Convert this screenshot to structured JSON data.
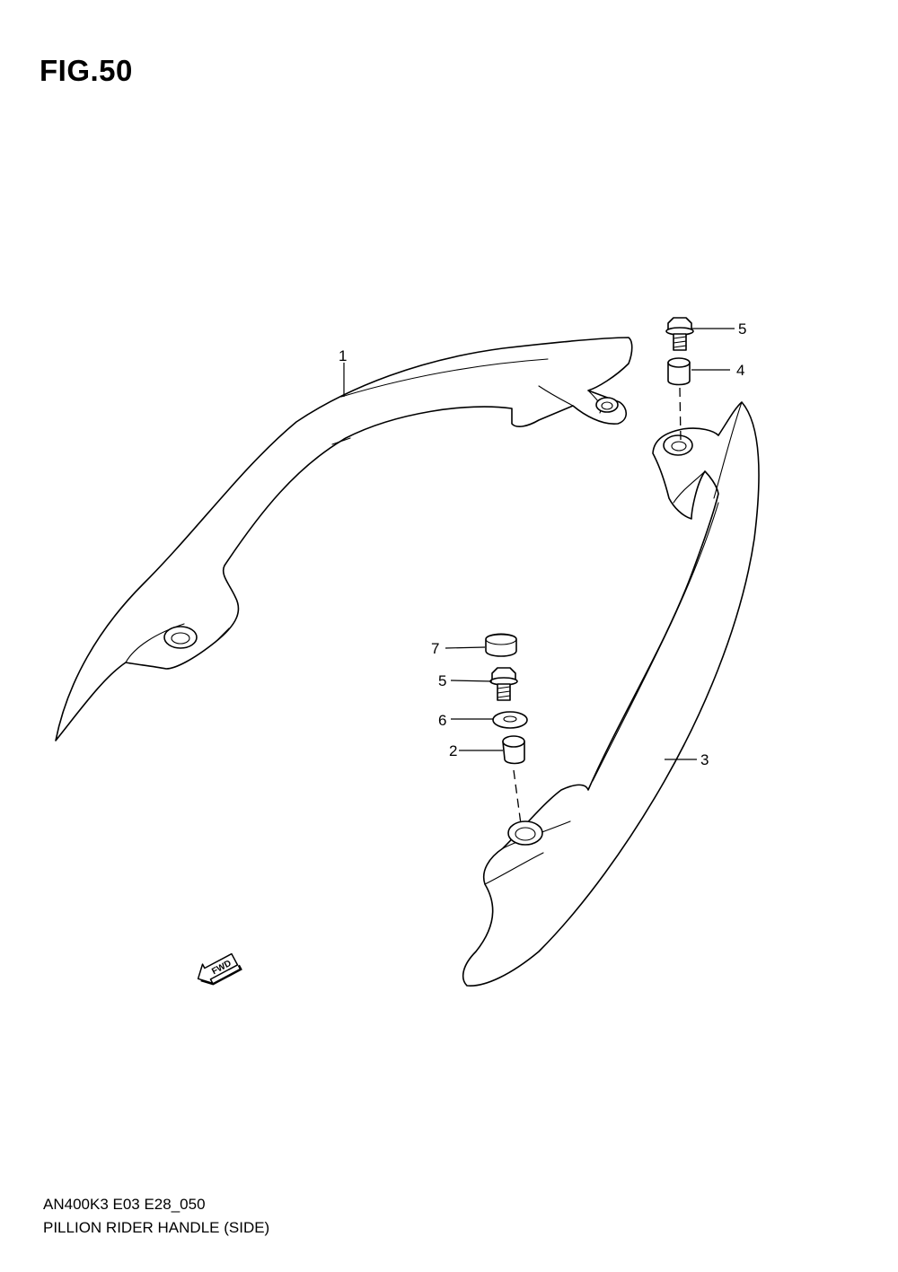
{
  "figure": {
    "title": "FIG.50",
    "model_code": "AN400K3 E03 E28_050",
    "name": "PILLION RIDER HANDLE (SIDE)"
  },
  "callouts": {
    "c1": "1",
    "c2": "2",
    "c3": "3",
    "c4": "4",
    "c5_top": "5",
    "c5_mid": "5",
    "c6": "6",
    "c7": "7"
  },
  "fwd_label": "FWD"
}
